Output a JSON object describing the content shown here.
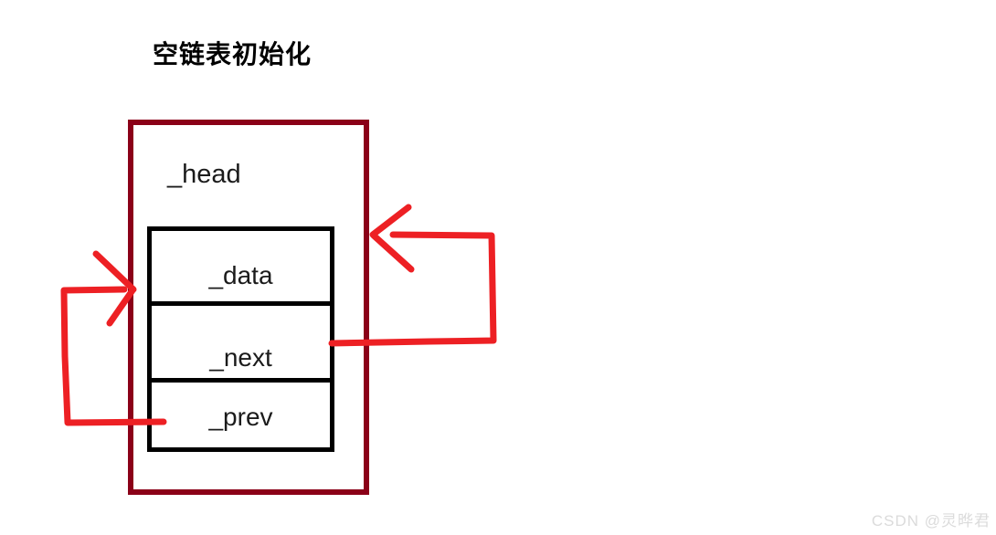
{
  "title": "空链表初始化",
  "diagram": {
    "head_label": "_head",
    "node_fields": [
      {
        "label": "_data"
      },
      {
        "label": "_next"
      },
      {
        "label": "_prev"
      }
    ],
    "arrows": [
      {
        "name": "next-to-head",
        "from": "_next",
        "to": "_head"
      },
      {
        "name": "prev-to-head",
        "from": "_prev",
        "to": "_head"
      }
    ]
  },
  "colors": {
    "outer_box_border": "#8B0018",
    "inner_box_border": "#000000",
    "arrow_red": "#ED2024",
    "title_text": "#000000",
    "watermark_text": "#DBDBDB"
  },
  "watermark": "CSDN @灵晔君"
}
